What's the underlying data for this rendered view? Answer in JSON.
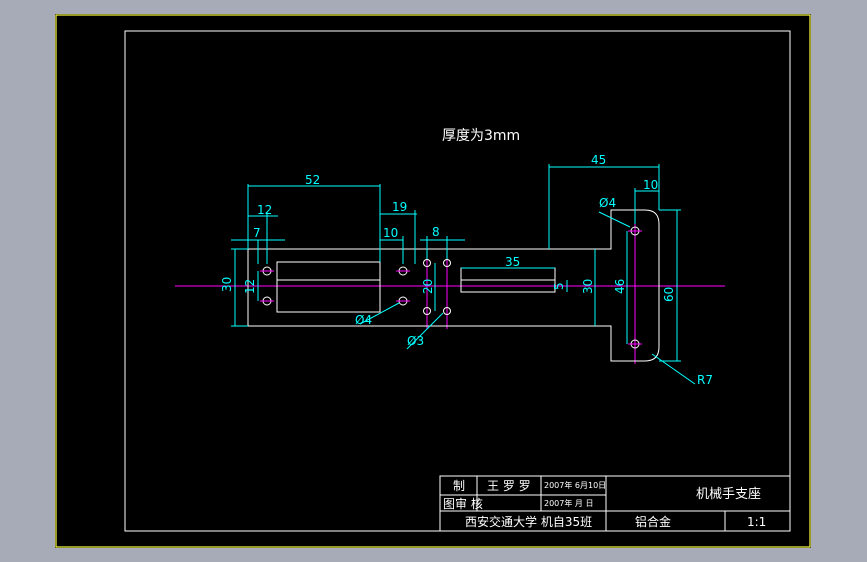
{
  "drawing": {
    "note": "厚度为3mm",
    "dimensions": {
      "d52": "52",
      "d12a": "12",
      "d7": "7",
      "d19": "19",
      "d10a": "10",
      "d8": "8",
      "d35": "35",
      "d45": "45",
      "d10b": "10",
      "d30a": "30",
      "d12b": "12",
      "d20": "20",
      "d5": "5",
      "d30b": "30",
      "d46": "46",
      "d60": "60",
      "dia4a": "Ø4",
      "dia4b": "Ø4",
      "dia3": "Ø3",
      "r7": "R7"
    }
  },
  "title_block": {
    "drawn_label": "制",
    "drawn_name": "王 罗 罗",
    "drawn_date": "2007年 6月10日",
    "review_label": "图审 核",
    "review_date": "2007年   月   日",
    "school": "西安交通大学  机自35班",
    "material": "铝合金",
    "part_name": "机械手支座",
    "scale": "1:1"
  },
  "colors": {
    "outline": "#ffffff",
    "dimension": "#00ffff",
    "centerline": "#ff00ff",
    "viewport_border": "#ffff40",
    "background": "#000000"
  }
}
